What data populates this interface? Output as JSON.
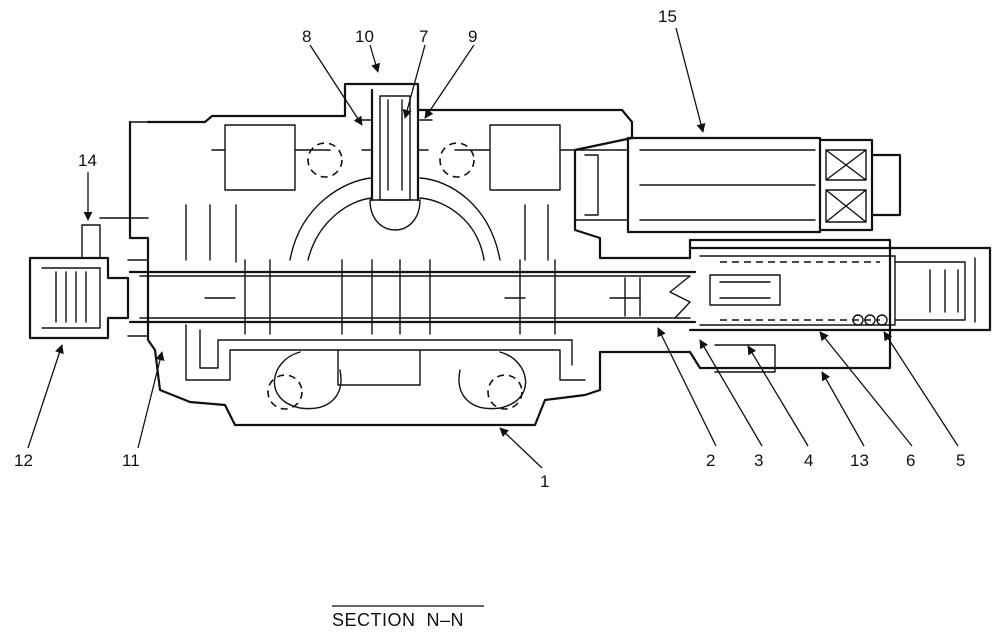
{
  "caption": "SECTION  N–N",
  "labels": {
    "l1": "1",
    "l2": "2",
    "l3": "3",
    "l4": "4",
    "l5": "5",
    "l6": "6",
    "l7": "7",
    "l8": "8",
    "l9": "9",
    "l10": "10",
    "l11": "11",
    "l12": "12",
    "l13": "13",
    "l14": "14",
    "l15": "15"
  }
}
